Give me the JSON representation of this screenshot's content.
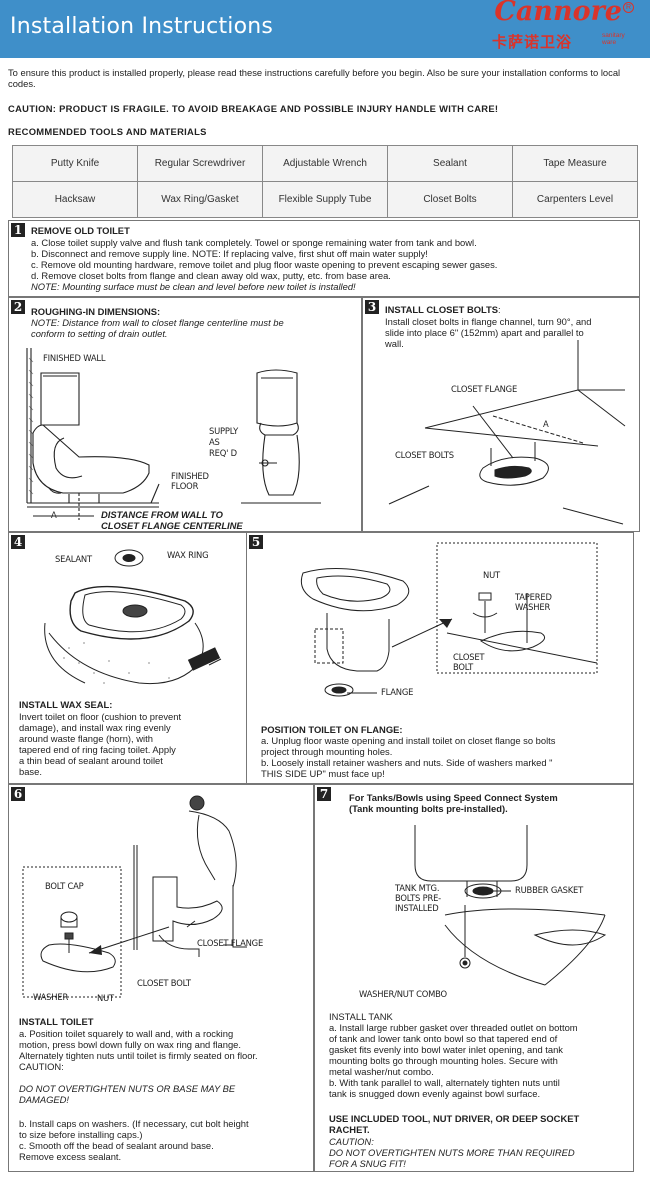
{
  "header": {
    "title": "Installation Instructions",
    "brand_name": "Cannore",
    "brand_reg": "R",
    "brand_cn": "卡萨诺卫浴",
    "brand_sub": "sanitary ware"
  },
  "intro": "To ensure this product is installed properly, please read these instructions carefully before you begin. Also be sure your installation conforms to local codes.",
  "caution": "CAUTION: PRODUCT IS FRAGILE. TO AVOID BREAKAGE AND POSSIBLE INJURY HANDLE WITH CARE!",
  "tools_heading": "RECOMMENDED TOOLS AND MATERIALS",
  "tools": [
    [
      "Putty Knife",
      "Regular Screwdriver",
      "Adjustable Wrench",
      "Sealant",
      "Tape Measure"
    ],
    [
      "Hacksaw",
      "Wax Ring/Gasket",
      "Flexible Supply Tube",
      "Closet Bolts",
      "Carpenters Level"
    ]
  ],
  "step1": {
    "num": "1",
    "title": "REMOVE OLD TOILET",
    "lines": [
      "a. Close toilet supply valve and flush tank completely. Towel or sponge remaining water from tank and bowl.",
      "b. Disconnect and remove supply line. NOTE: If replacing valve, first shut off main water supply!",
      "c. Remove old mounting hardware, remove toilet and plug floor waste opening to prevent escaping sewer gases.",
      "d. Remove closet bolts from flange and clean away old wax, putty, etc. from base area."
    ],
    "note": "NOTE: Mounting surface must be clean and level before new toilet is installed!"
  },
  "step2": {
    "num": "2",
    "title": "ROUGHING-IN DIMENSIONS:",
    "note_line1": "NOTE: Distance from wall to closet flange centerline must be",
    "note_line2": "conform to setting of drain outlet.",
    "label_wall": "FINISHED WALL",
    "label_supply": [
      "SUPPLY",
      "AS",
      "REQ' D"
    ],
    "label_floor": [
      "FINISHED",
      "FLOOR"
    ],
    "label_a": "A",
    "caption_line1": "DISTANCE FROM WALL TO",
    "caption_line2": "CLOSET FLANGE CENTERLINE"
  },
  "step3": {
    "num": "3",
    "title": "INSTALL CLOSET BOLTS",
    "colon": ":",
    "lines": [
      "Install closet bolts in flange channel, turn 90°, and",
      "slide into place 6\" (152mm) apart and parallel to",
      "wall."
    ],
    "label_flange": "CLOSET FLANGE",
    "label_bolts": "CLOSET BOLTS",
    "label_a": "A"
  },
  "step4": {
    "num": "4",
    "label_sealant": "SEALANT",
    "label_wax": "WAX RING",
    "title": "INSTALL WAX SEAL:",
    "lines": [
      "Invert toilet on floor (cushion to prevent",
      "damage), and install wax ring evenly",
      "around waste flange (horn), with",
      "tapered end of ring facing toilet. Apply",
      "a thin bead of sealant around toilet",
      "base."
    ]
  },
  "step5": {
    "num": "5",
    "label_nut": "NUT",
    "label_washer": [
      "TAPERED",
      "WASHER"
    ],
    "label_bolt": [
      "CLOSET",
      "BOLT"
    ],
    "label_flange": "FLANGE",
    "title": "POSITION TOILET ON FLANGE:",
    "lines": [
      "a. Unplug floor waste opening and install toilet on closet flange so bolts",
      "project through mounting holes.",
      "b. Loosely install retainer washers and nuts. Side of washers marked \"",
      "THIS SIDE UP\" must face up!"
    ]
  },
  "step6": {
    "num": "6",
    "label_cap": "BOLT CAP",
    "label_flange": "CLOSET FLANGE",
    "label_bolt": "CLOSET BOLT",
    "label_washer": "WASHER",
    "label_nut": "NUT",
    "title": "INSTALL TOILET",
    "lines": [
      "a. Position toilet squarely to wall and, with a rocking",
      "motion, press bowl down fully on wax ring and flange.",
      "Alternately tighten nuts until toilet is firmly seated on floor.",
      "CAUTION:"
    ],
    "warning": [
      "DO NOT OVERTIGHTEN NUTS OR BASE MAY BE",
      "DAMAGED!"
    ],
    "lines2": [
      "b. Install caps on washers. (If necessary, cut bolt height",
      "to size before installing caps.)",
      "c. Smooth off the bead of sealant around base.",
      "Remove excess sealant."
    ]
  },
  "step7": {
    "num": "7",
    "heading_line1": "For Tanks/Bowls using Speed Connect System",
    "heading_line2": "(Tank mounting bolts pre-installed).",
    "label_bolts": [
      "TANK MTG.",
      "BOLTS PRE-",
      "INSTALLED"
    ],
    "label_gasket": "RUBBER GASKET",
    "label_combo": "WASHER/NUT COMBO",
    "title": "INSTALL TANK",
    "lines": [
      "a. Install large rubber gasket over threaded outlet on bottom",
      " of tank and lower tank onto bowl so that tapered end of",
      "gasket fits evenly into bowl water inlet opening, and tank",
      "mounting bolts go through mounting holes. Secure with",
      "metal washer/nut combo.",
      "b. With tank parallel to wall, alternately tighten nuts until",
      "tank is snugged down evenly against bowl surface."
    ],
    "tool_line1": "USE INCLUDED TOOL, NUT DRIVER, OR DEEP SOCKET",
    "tool_line2": "RACHET.",
    "caution_label": "CAUTION:",
    "warning_line1": "DO NOT OVERTIGHTEN NUTS MORE THAN REQUIRED",
    "warning_line2": "FOR A SNUG FIT!"
  }
}
